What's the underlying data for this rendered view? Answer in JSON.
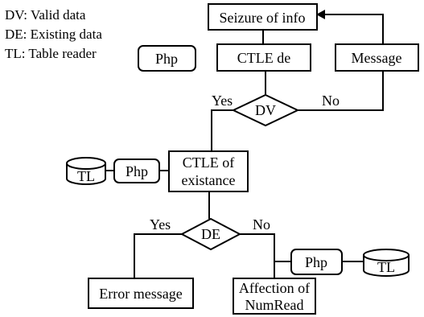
{
  "legend": {
    "dv": "DV: Valid data",
    "de": "DE: Existing data",
    "tl": "TL: Table reader"
  },
  "nodes": {
    "seizure": "Seizure of info",
    "ctle_de": "CTLE de",
    "message": "Message",
    "php_top": "Php",
    "dv": "DV",
    "ctle_exist_line1": "CTLE of",
    "ctle_exist_line2": "existance",
    "tl_left": "TL",
    "php_left": "Php",
    "de": "DE",
    "error_message": "Error message",
    "affection_line1": "Affection of",
    "affection_line2": "NumRead",
    "php_right": "Php",
    "tl_right": "TL"
  },
  "edges": {
    "dv_yes": "Yes",
    "dv_no": "No",
    "de_yes": "Yes",
    "de_no": "No"
  }
}
